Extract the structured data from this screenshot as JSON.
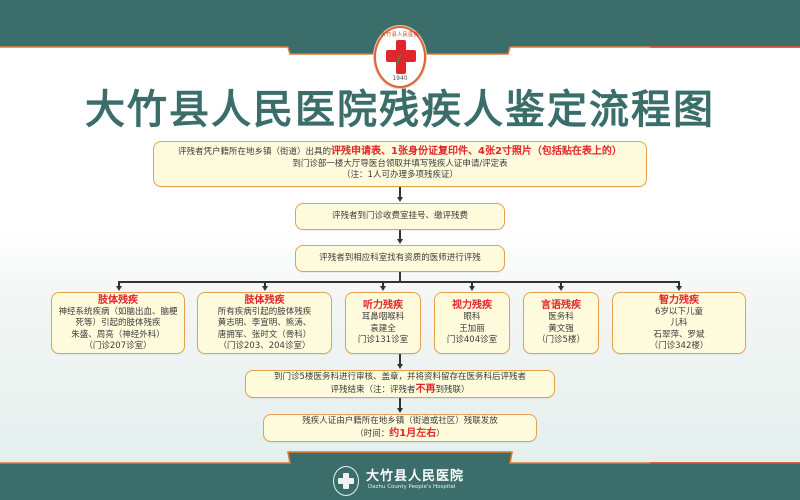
{
  "header": {
    "logo": {
      "icon": "hospital-cross-emblem-icon",
      "ring_text": "大竹县人民医院",
      "year": "1940"
    },
    "title": "大竹县人民医院残疾人鉴定流程图"
  },
  "colors": {
    "teal": "#3b6e6b",
    "orange_border": "#e6a14e",
    "box_fill": "#fefbdc",
    "highlight_red": "#e0262a",
    "accent_stripe": "#e07a2e"
  },
  "flow": {
    "step1": {
      "line1_prefix": "评残者凭户籍所在地乡镇（街道）出具的",
      "line1_highlight": "评残申请表、1张身份证复印件、4张2寸照片（包括贴在表上的）",
      "line2": "到门诊部一楼大厅导医台领取并填写残疾人证申请/评定表",
      "line3": "（注：1人可办理多项残疾证）"
    },
    "step2": {
      "text": "评残者到门诊收费室挂号、缴评残费"
    },
    "step3": {
      "text": "评残者到相应科室找有资质的医师进行评残"
    },
    "categories": [
      {
        "title": "肢体残疾",
        "lines": [
          "神经系统疾病（如脑出血、脑梗",
          "死等）引起的肢体残疾",
          "朱盛、周亮（神经外科）",
          "（门诊207诊室）"
        ]
      },
      {
        "title": "肢体残疾",
        "lines": [
          "所有疾病引起的肢体残疾",
          "黄志明、李宣明、熊涛、",
          "唐拥军、张时文（骨科）",
          "（门诊203、204诊室）"
        ]
      },
      {
        "title": "听力残疾",
        "lines": [
          "耳鼻咽喉科",
          "袁建全",
          "门诊131诊室"
        ]
      },
      {
        "title": "视力残疾",
        "lines": [
          "眼科",
          "王加丽",
          "门诊404诊室"
        ]
      },
      {
        "title": "言语残疾",
        "lines": [
          "医务科",
          "黄文强",
          "（门诊5楼）"
        ]
      },
      {
        "title": "智力残疾",
        "lines": [
          "6岁以下儿童",
          "儿科",
          "石翠萍、罗斌",
          "（门诊342楼）"
        ]
      }
    ],
    "step4": {
      "line1": "到门诊5楼医务科进行审核、盖章，并将资料留存在医务科后评残者",
      "line2_prefix": "评残结束（注：评残者",
      "line2_highlight": "不再",
      "line2_suffix": "到残联）"
    },
    "step5": {
      "line1": "残疾人证由户籍所在地乡镇（街道或社区）残联发放",
      "line2_prefix": "（时间：",
      "line2_highlight": "约1月左右",
      "line2_suffix": "）"
    }
  },
  "footer": {
    "logo_icon": "hospital-emblem-icon",
    "name_cn": "大竹县人民医院",
    "name_en": "Dazhu County People's Hospital"
  }
}
